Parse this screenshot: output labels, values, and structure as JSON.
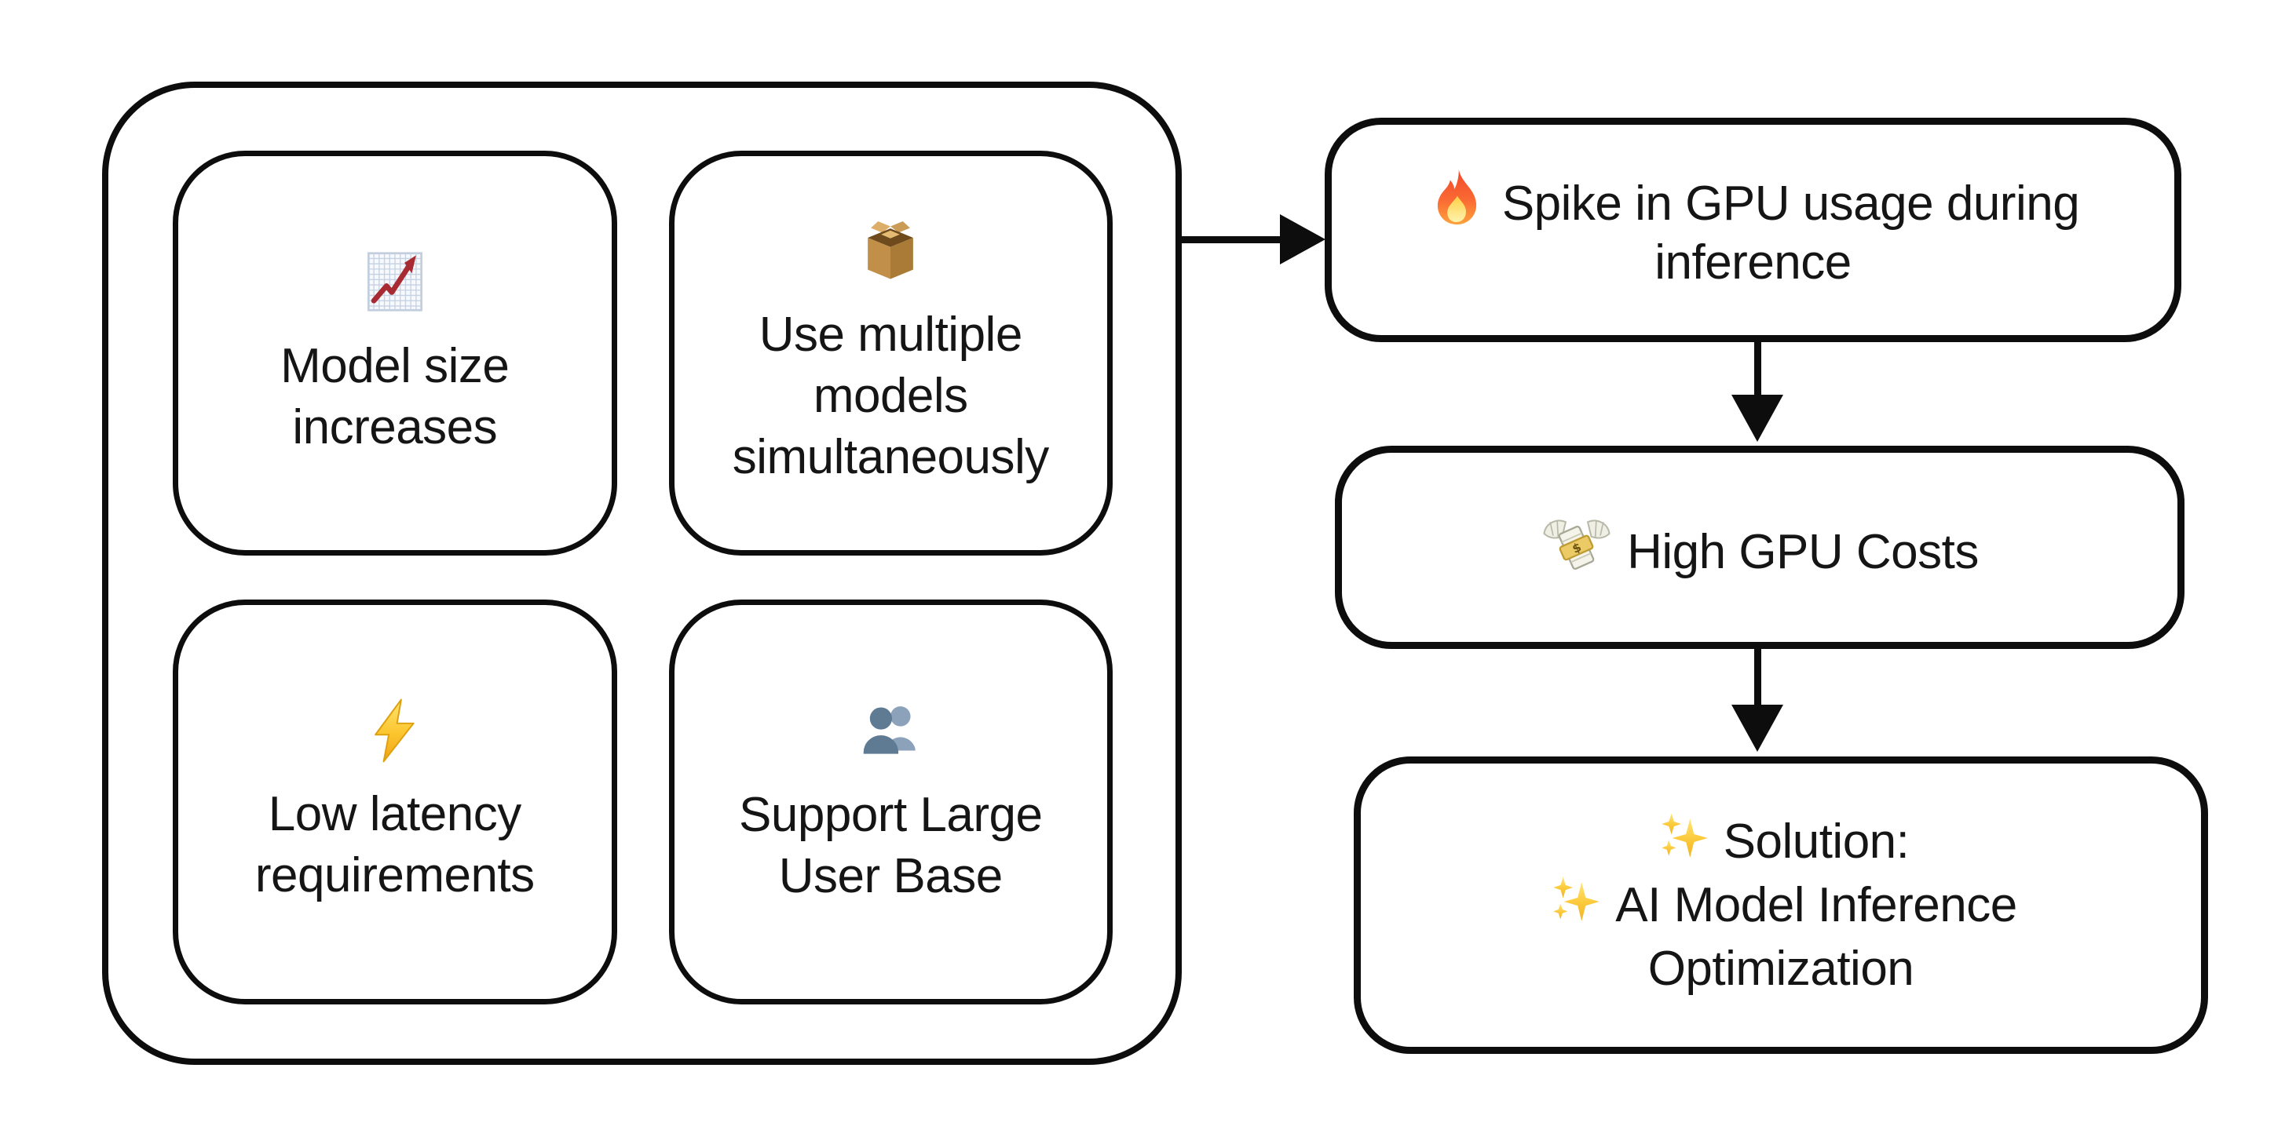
{
  "colors": {
    "background": "#ffffff",
    "stroke": "#0d0d0d",
    "text": "#151515",
    "bolt_gold": "#f5a91c",
    "chart_line_red": "#a82a32",
    "package_brown": "#c28f49",
    "users_slate_blue": "#5f7a93",
    "sparkle_gold": "#f0b424"
  },
  "causes_group": {
    "items": [
      {
        "icon": "chart-increasing-icon",
        "label": "Model size increases"
      },
      {
        "icon": "package-icon",
        "label": "Use multiple models simultaneously"
      },
      {
        "icon": "lightning-icon",
        "label": "Low latency requirements"
      },
      {
        "icon": "users-icon",
        "label": "Support Large User Base"
      }
    ]
  },
  "flow": {
    "spike": {
      "icon": "fire-icon",
      "label": "Spike in GPU usage during inference"
    },
    "costs": {
      "icon": "money-with-wings-icon",
      "label": "High GPU Costs"
    },
    "solution": {
      "icon": "sparkles-icon",
      "lines": [
        "Solution:",
        "AI Model Inference Optimization"
      ]
    }
  },
  "connectors": [
    "arrow-right",
    "arrow-down",
    "arrow-down"
  ]
}
